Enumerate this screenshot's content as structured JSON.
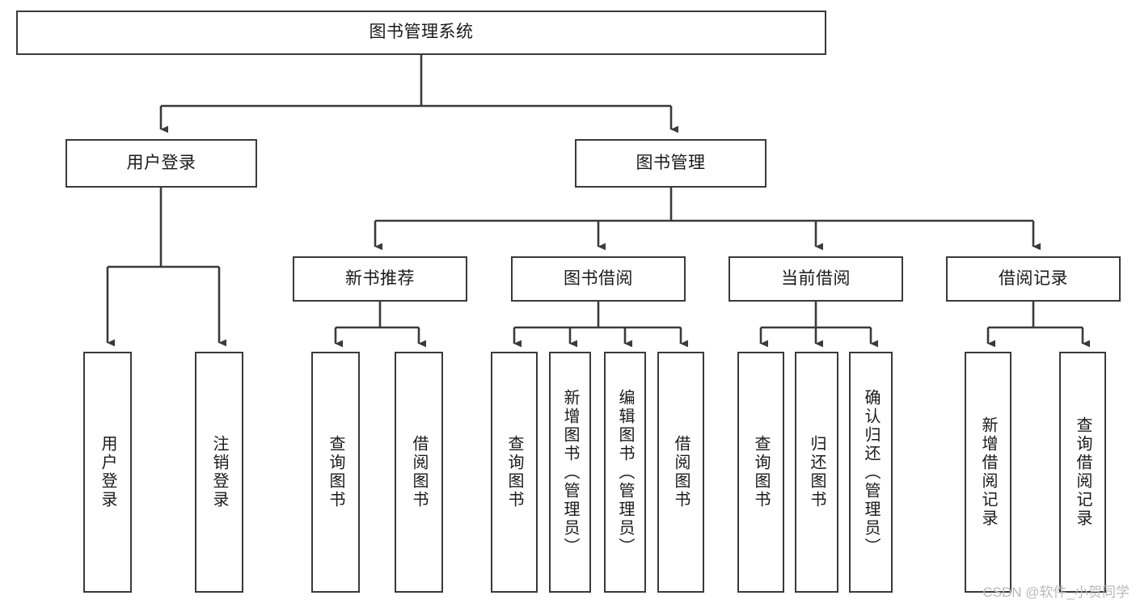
{
  "diagram": {
    "title": "图书管理系统",
    "type": "tree",
    "colors": {
      "node_border": "#3a3a3a",
      "node_fill": "#ffffff",
      "connector": "#3a3a3a",
      "text": "#1a1a1a",
      "watermark": "#b9b9b9"
    },
    "nodes": {
      "root": {
        "label": "图书管理系统"
      },
      "level2": [
        {
          "id": "user-login",
          "label": "用户登录"
        },
        {
          "id": "book-management",
          "label": "图书管理"
        }
      ],
      "level3": [
        {
          "id": "new-book-recommend",
          "label": "新书推荐"
        },
        {
          "id": "book-borrow",
          "label": "图书借阅"
        },
        {
          "id": "current-borrow",
          "label": "当前借阅"
        },
        {
          "id": "borrow-record",
          "label": "借阅记录"
        }
      ],
      "leaves": {
        "user-login": [
          {
            "id": "leaf-user-login",
            "label": "用户登录"
          },
          {
            "id": "leaf-logout",
            "label": "注销登录"
          }
        ],
        "new-book-recommend": [
          {
            "id": "leaf-query-book-1",
            "label": "查询图书"
          },
          {
            "id": "leaf-borrow-book-1",
            "label": "借阅图书"
          }
        ],
        "book-borrow": [
          {
            "id": "leaf-query-book-2",
            "label": "查询图书"
          },
          {
            "id": "leaf-add-book",
            "label": "新增图书（管理员）"
          },
          {
            "id": "leaf-edit-book",
            "label": "编辑图书（管理员）"
          },
          {
            "id": "leaf-borrow-book-2",
            "label": "借阅图书"
          }
        ],
        "current-borrow": [
          {
            "id": "leaf-query-book-3",
            "label": "查询图书"
          },
          {
            "id": "leaf-return-book",
            "label": "归还图书"
          },
          {
            "id": "leaf-confirm-return",
            "label": "确认归还（管理员）"
          }
        ],
        "borrow-record": [
          {
            "id": "leaf-add-record",
            "label": "新增借阅记录"
          },
          {
            "id": "leaf-query-record",
            "label": "查询借阅记录"
          }
        ]
      }
    },
    "watermark": "CSDN @软件_小贺同学"
  }
}
